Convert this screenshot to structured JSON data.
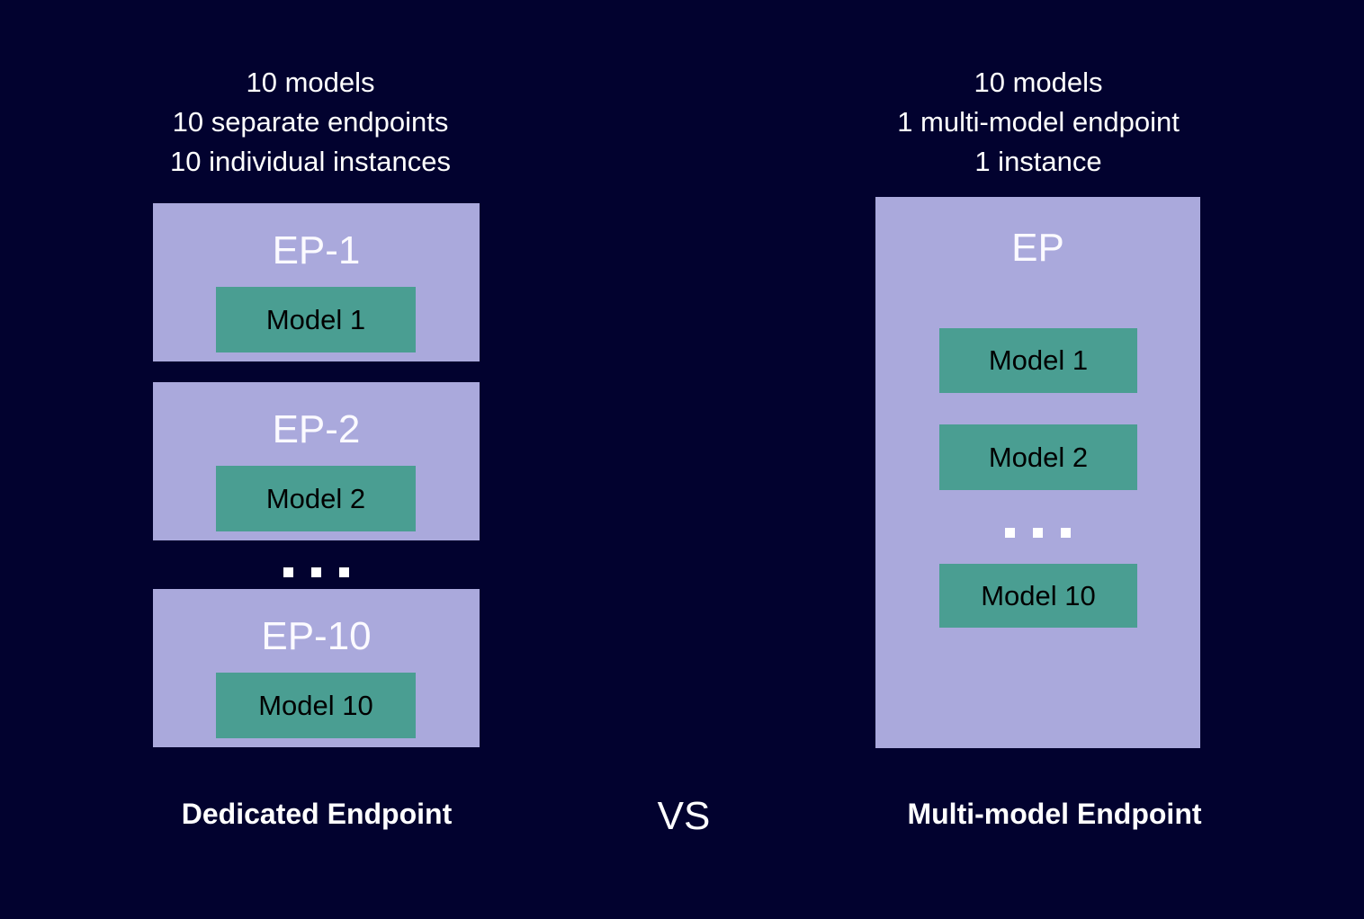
{
  "slide": {
    "background_color": "#02022f",
    "panel_color": "#aaa9dc",
    "model_color": "#4a9e92",
    "header_text_color": "#ffffff",
    "vs_label": "VS"
  },
  "left": {
    "header_lines": [
      "10 models",
      "10 separate endpoints",
      "10 individual instances"
    ],
    "endpoints": [
      {
        "title": "EP-1",
        "model": "Model 1"
      },
      {
        "title": "EP-2",
        "model": "Model 2"
      },
      {
        "title": "EP-10",
        "model": "Model 10"
      }
    ],
    "ellipsis": "...",
    "caption": "Dedicated Endpoint"
  },
  "right": {
    "header_lines": [
      "10 models",
      "1 multi-model endpoint",
      "1 instance"
    ],
    "endpoint_title": "EP",
    "models": [
      "Model 1",
      "Model 2",
      "Model 10"
    ],
    "ellipsis": "...",
    "caption": "Multi-model Endpoint"
  }
}
